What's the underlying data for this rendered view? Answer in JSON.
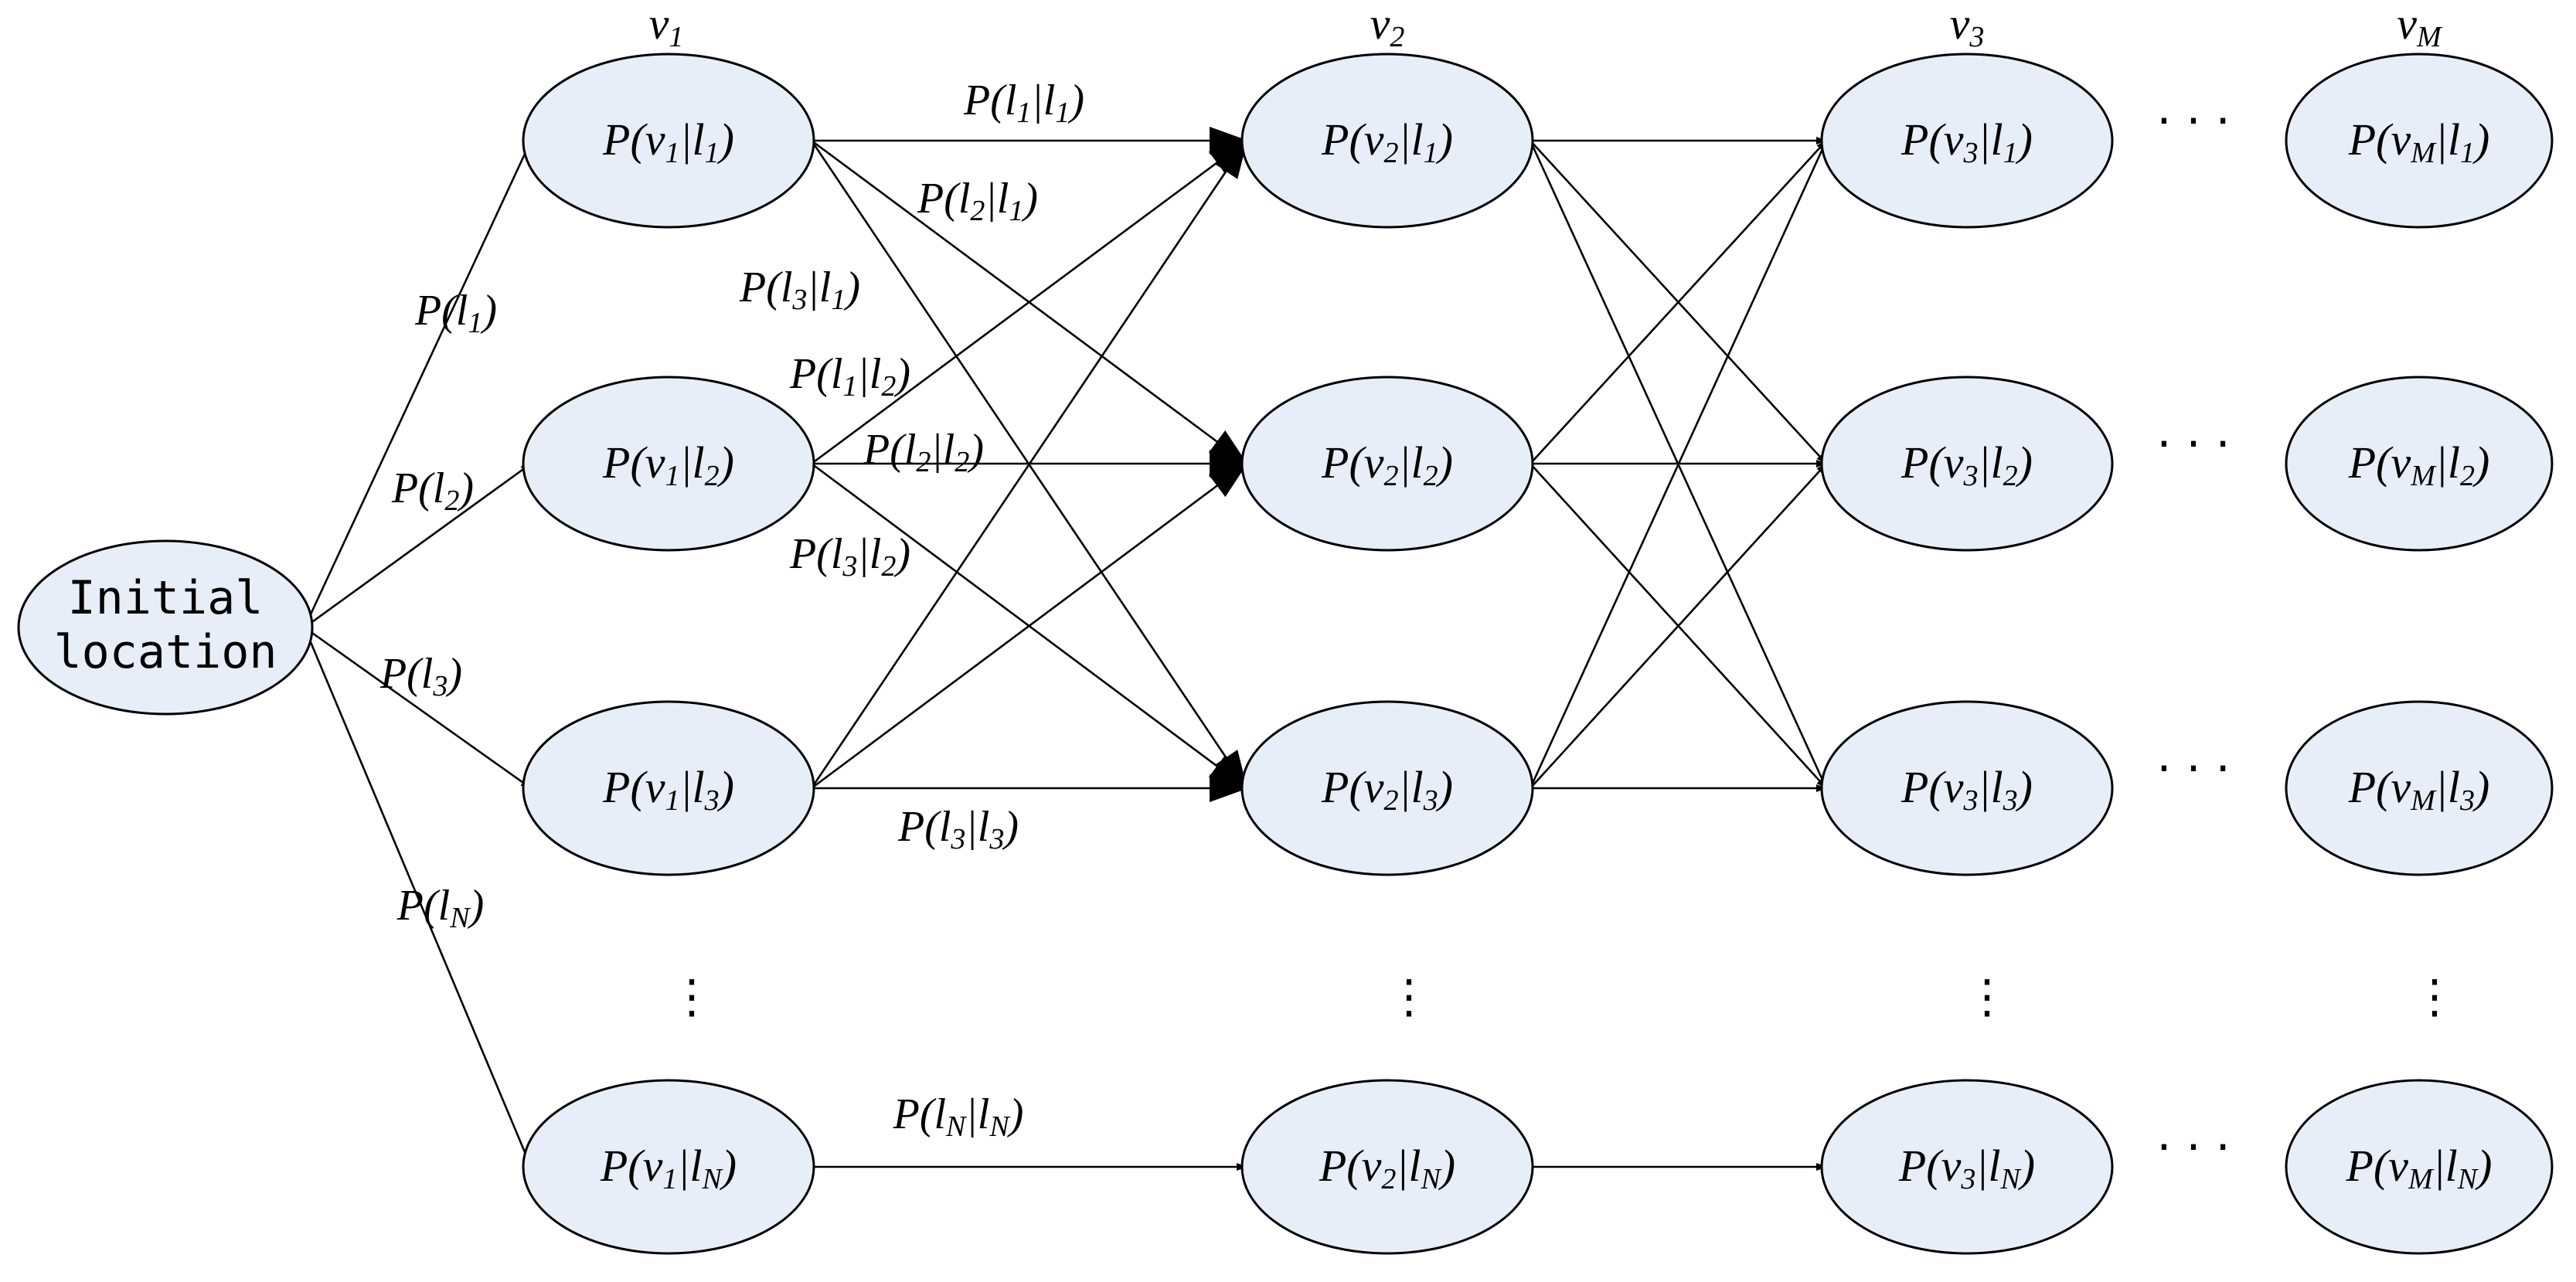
{
  "diagram": {
    "initial_node": {
      "line1": "Initial",
      "line2": "location"
    },
    "columns": [
      {
        "label": {
          "main": "v",
          "sub": "1"
        }
      },
      {
        "label": {
          "main": "v",
          "sub": "2"
        }
      },
      {
        "label": {
          "main": "v",
          "sub": "3"
        }
      },
      {
        "label": {
          "main": "v",
          "sub": "M"
        }
      }
    ],
    "nodes": [
      {
        "col": 0,
        "row": 0,
        "segs": [
          [
            "P(v",
            "n"
          ],
          [
            "1",
            "s"
          ],
          [
            "|l",
            "n"
          ],
          [
            "1",
            "s"
          ],
          [
            ")",
            "n"
          ]
        ]
      },
      {
        "col": 0,
        "row": 1,
        "segs": [
          [
            "P(v",
            "n"
          ],
          [
            "1",
            "s"
          ],
          [
            "|l",
            "n"
          ],
          [
            "2",
            "s"
          ],
          [
            ")",
            "n"
          ]
        ]
      },
      {
        "col": 0,
        "row": 2,
        "segs": [
          [
            "P(v",
            "n"
          ],
          [
            "1",
            "s"
          ],
          [
            "|l",
            "n"
          ],
          [
            "3",
            "s"
          ],
          [
            ")",
            "n"
          ]
        ]
      },
      {
        "col": 0,
        "row": 3,
        "segs": [
          [
            "P(v",
            "n"
          ],
          [
            "1",
            "s"
          ],
          [
            "|l",
            "n"
          ],
          [
            "N",
            "s"
          ],
          [
            ")",
            "n"
          ]
        ]
      },
      {
        "col": 1,
        "row": 0,
        "segs": [
          [
            "P(v",
            "n"
          ],
          [
            "2",
            "s"
          ],
          [
            "|l",
            "n"
          ],
          [
            "1",
            "s"
          ],
          [
            ")",
            "n"
          ]
        ]
      },
      {
        "col": 1,
        "row": 1,
        "segs": [
          [
            "P(v",
            "n"
          ],
          [
            "2",
            "s"
          ],
          [
            "|l",
            "n"
          ],
          [
            "2",
            "s"
          ],
          [
            ")",
            "n"
          ]
        ]
      },
      {
        "col": 1,
        "row": 2,
        "segs": [
          [
            "P(v",
            "n"
          ],
          [
            "2",
            "s"
          ],
          [
            "|l",
            "n"
          ],
          [
            "3",
            "s"
          ],
          [
            ")",
            "n"
          ]
        ]
      },
      {
        "col": 1,
        "row": 3,
        "segs": [
          [
            "P(v",
            "n"
          ],
          [
            "2",
            "s"
          ],
          [
            "|l",
            "n"
          ],
          [
            "N",
            "s"
          ],
          [
            ")",
            "n"
          ]
        ]
      },
      {
        "col": 2,
        "row": 0,
        "segs": [
          [
            "P(v",
            "n"
          ],
          [
            "3",
            "s"
          ],
          [
            "|l",
            "n"
          ],
          [
            "1",
            "s"
          ],
          [
            ")",
            "n"
          ]
        ]
      },
      {
        "col": 2,
        "row": 1,
        "segs": [
          [
            "P(v",
            "n"
          ],
          [
            "3",
            "s"
          ],
          [
            "|l",
            "n"
          ],
          [
            "2",
            "s"
          ],
          [
            ")",
            "n"
          ]
        ]
      },
      {
        "col": 2,
        "row": 2,
        "segs": [
          [
            "P(v",
            "n"
          ],
          [
            "3",
            "s"
          ],
          [
            "|l",
            "n"
          ],
          [
            "3",
            "s"
          ],
          [
            ")",
            "n"
          ]
        ]
      },
      {
        "col": 2,
        "row": 3,
        "segs": [
          [
            "P(v",
            "n"
          ],
          [
            "3",
            "s"
          ],
          [
            "|l",
            "n"
          ],
          [
            "N",
            "s"
          ],
          [
            ")",
            "n"
          ]
        ]
      },
      {
        "col": 3,
        "row": 0,
        "segs": [
          [
            "P(v",
            "n"
          ],
          [
            "M",
            "s"
          ],
          [
            "|l",
            "n"
          ],
          [
            "1",
            "s"
          ],
          [
            ")",
            "n"
          ]
        ]
      },
      {
        "col": 3,
        "row": 1,
        "segs": [
          [
            "P(v",
            "n"
          ],
          [
            "M",
            "s"
          ],
          [
            "|l",
            "n"
          ],
          [
            "2",
            "s"
          ],
          [
            ")",
            "n"
          ]
        ]
      },
      {
        "col": 3,
        "row": 2,
        "segs": [
          [
            "P(v",
            "n"
          ],
          [
            "M",
            "s"
          ],
          [
            "|l",
            "n"
          ],
          [
            "3",
            "s"
          ],
          [
            ")",
            "n"
          ]
        ]
      },
      {
        "col": 3,
        "row": 3,
        "segs": [
          [
            "P(v",
            "n"
          ],
          [
            "M",
            "s"
          ],
          [
            "|l",
            "n"
          ],
          [
            "N",
            "s"
          ],
          [
            ")",
            "n"
          ]
        ]
      }
    ],
    "initial_edge_labels": [
      {
        "to_row": 0,
        "segs": [
          [
            "P(l",
            "n"
          ],
          [
            "1",
            "s"
          ],
          [
            ")",
            "n"
          ]
        ]
      },
      {
        "to_row": 1,
        "segs": [
          [
            "P(l",
            "n"
          ],
          [
            "2",
            "s"
          ],
          [
            ")",
            "n"
          ]
        ]
      },
      {
        "to_row": 2,
        "segs": [
          [
            "P(l",
            "n"
          ],
          [
            "3",
            "s"
          ],
          [
            ")",
            "n"
          ]
        ]
      },
      {
        "to_row": 3,
        "segs": [
          [
            "P(l",
            "n"
          ],
          [
            "N",
            "s"
          ],
          [
            ")",
            "n"
          ]
        ]
      }
    ],
    "transition_labels": [
      {
        "id": "l1-l1",
        "segs": [
          [
            "P(l",
            "n"
          ],
          [
            "1",
            "s"
          ],
          [
            "|l",
            "n"
          ],
          [
            "1",
            "s"
          ],
          [
            ")",
            "n"
          ]
        ]
      },
      {
        "id": "l2-l1",
        "segs": [
          [
            "P(l",
            "n"
          ],
          [
            "2",
            "s"
          ],
          [
            "|l",
            "n"
          ],
          [
            "1",
            "s"
          ],
          [
            ")",
            "n"
          ]
        ]
      },
      {
        "id": "l3-l1",
        "segs": [
          [
            "P(l",
            "n"
          ],
          [
            "3",
            "s"
          ],
          [
            "|l",
            "n"
          ],
          [
            "1",
            "s"
          ],
          [
            ")",
            "n"
          ]
        ]
      },
      {
        "id": "l1-l2",
        "segs": [
          [
            "P(l",
            "n"
          ],
          [
            "1",
            "s"
          ],
          [
            "|l",
            "n"
          ],
          [
            "2",
            "s"
          ],
          [
            ")",
            "n"
          ]
        ]
      },
      {
        "id": "l2-l2",
        "segs": [
          [
            "P(l",
            "n"
          ],
          [
            "2",
            "s"
          ],
          [
            "|l",
            "n"
          ],
          [
            "2",
            "s"
          ],
          [
            ")",
            "n"
          ]
        ]
      },
      {
        "id": "l3-l2",
        "segs": [
          [
            "P(l",
            "n"
          ],
          [
            "3",
            "s"
          ],
          [
            "|l",
            "n"
          ],
          [
            "2",
            "s"
          ],
          [
            ")",
            "n"
          ]
        ]
      },
      {
        "id": "l3-l3",
        "segs": [
          [
            "P(l",
            "n"
          ],
          [
            "3",
            "s"
          ],
          [
            "|l",
            "n"
          ],
          [
            "3",
            "s"
          ],
          [
            ")",
            "n"
          ]
        ]
      },
      {
        "id": "lN-lN",
        "segs": [
          [
            "P(l",
            "n"
          ],
          [
            "N",
            "s"
          ],
          [
            "|l",
            "n"
          ],
          [
            "N",
            "s"
          ],
          [
            ")",
            "n"
          ]
        ]
      }
    ],
    "ellipsis_horizontal": "· · ·",
    "ellipsis_vertical": "⋮"
  }
}
